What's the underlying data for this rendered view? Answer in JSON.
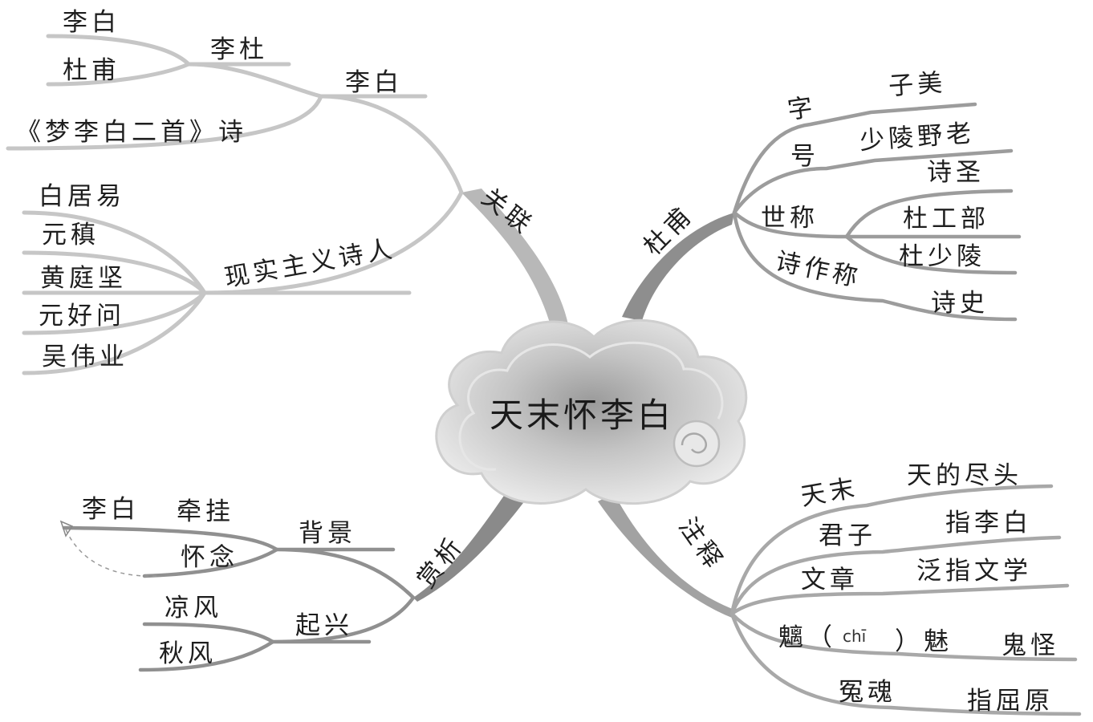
{
  "center": {
    "title": "天末怀李白"
  },
  "branches": {
    "guanlian": {
      "label": "关联",
      "libai": {
        "label": "李白",
        "lidu": {
          "label": "李杜",
          "children": [
            "李白",
            "杜甫"
          ]
        },
        "poem": "《梦李白二首》诗"
      },
      "realism": {
        "label": "现实主义诗人",
        "children": [
          "白居易",
          "元稹",
          "黄庭坚",
          "元好问",
          "吴伟业"
        ]
      }
    },
    "dufu": {
      "label": "杜甫",
      "zi": {
        "label": "字",
        "value": "子美"
      },
      "hao": {
        "label": "号",
        "value": "少陵野老"
      },
      "shicheng": {
        "label": "世称",
        "values": [
          "诗圣",
          "杜工部",
          "杜少陵"
        ]
      },
      "shizuo": {
        "label": "诗作称",
        "value": "诗史"
      }
    },
    "shangxi": {
      "label": "赏析",
      "beijing": {
        "label": "背景",
        "children": [
          "牵挂",
          "怀念"
        ],
        "target": "李白"
      },
      "qixing": {
        "label": "起兴",
        "children": [
          "凉风",
          "秋风"
        ]
      }
    },
    "zhushi": {
      "label": "注释",
      "items": [
        {
          "term": "天末",
          "meaning": "天的尽头"
        },
        {
          "term": "君子",
          "meaning": "指李白"
        },
        {
          "term": "文章",
          "meaning": "泛指文学"
        },
        {
          "term_a": "魑（",
          "pinyin": "chī",
          "term_b": "）魅",
          "meaning": "鬼怪"
        },
        {
          "term": "冤魂",
          "meaning": "指屈原"
        }
      ]
    }
  }
}
